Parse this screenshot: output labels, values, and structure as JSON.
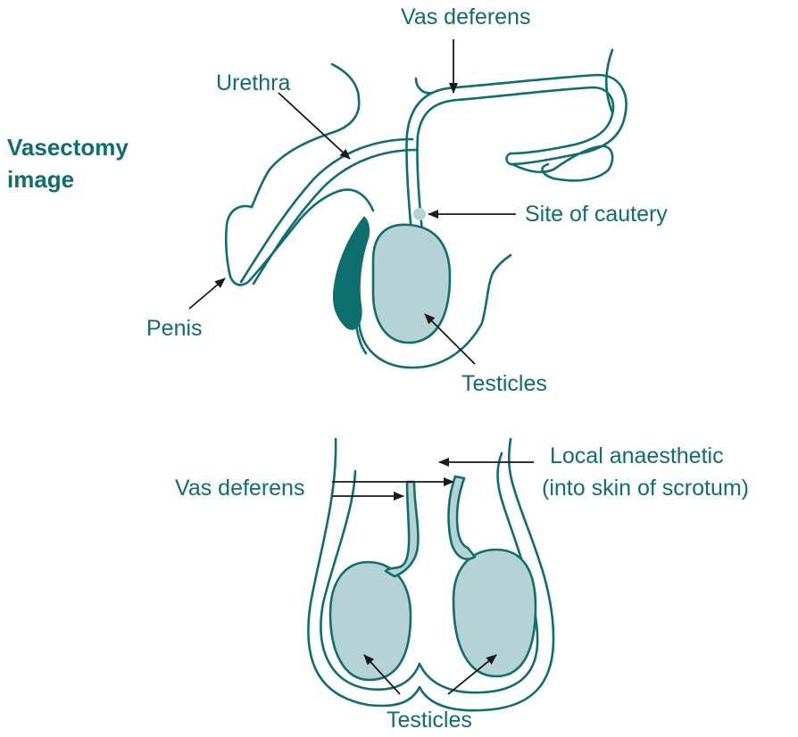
{
  "title": "Vasectomy image",
  "colors": {
    "outline": "#0f6e6e",
    "fill_light": "#b5d3d4",
    "fill_dark": "#0f6e6e",
    "arrow": "#1a1a1a",
    "text": "#0f6e6e"
  },
  "side_view": {
    "labels": {
      "vas_deferens": "Vas deferens",
      "urethra": "Urethra",
      "site_of_cautery": "Site of cautery",
      "penis": "Penis",
      "testicles": "Testicles"
    }
  },
  "front_view": {
    "labels": {
      "vas_deferens": "Vas deferens",
      "local_anaesthetic_line1": "Local anaesthetic",
      "local_anaesthetic_line2": "(into skin of scrotum)",
      "testicles": "Testicles"
    }
  }
}
